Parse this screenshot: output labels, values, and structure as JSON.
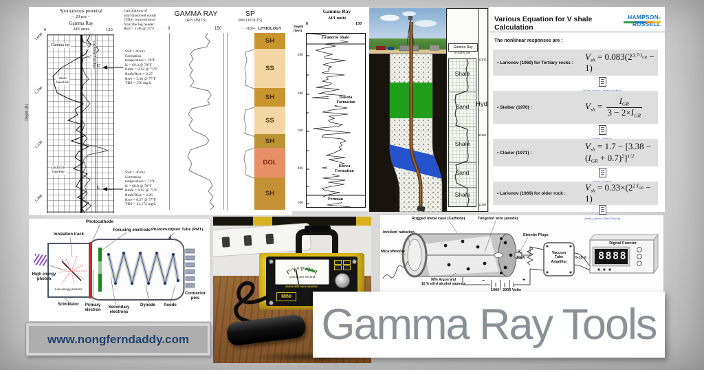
{
  "page": {
    "title_banner": "Gamma Ray Tools",
    "website": "www.nongferndaddy.com"
  },
  "colors": {
    "hr_logo_blue": "#1576c8",
    "banner_text": "#8a9196",
    "website_text": "#21406e",
    "device_yellow": "#e8c51e",
    "litho_sh": "#c9952f",
    "litho_ss": "#f3d6a4",
    "litho_dol": "#e98f67"
  },
  "sp_log": {
    "header1": "Spontaneous potential",
    "header2": "−   20 mv   +",
    "header3": "Gamma Ray",
    "header4": "API units",
    "scale_min": "0",
    "scale_max": "120",
    "depth_axis": "Depth (ft)",
    "depths": [
      "1,000",
      "1,100",
      "1,200",
      "1,300"
    ],
    "ann_gamma": "Gamma ray",
    "ann_sp": "SP",
    "ann_shale": "shale\nbaseline",
    "ann_sand_v": "sandstone baseline",
    "ann_sand": "sandstone\nbaseline",
    "marker_u": "U",
    "marker_l": "L",
    "calc_header": "Calculations of\ntotal dissolved solids\n(TDS) concentration\nfrom the log header:\nRmf = 1.08 @ 75°F",
    "calc_upper": "SSP = 40 mv\nFormation\n temperature = 70°F\nK = 69.3 @ 70°F\nRmfe = 0.92 @ 75°F\nRmfe/Rwe = 0.27\nRwe = 3.38 @ 77°F\nTDS = 550 mg/L",
    "calc_lower": "SSP = 36 mv\nFormation\n temperature = 74°F\nK = 68.8 @ 70°F\nRmfe = 0.92 @ 75°F\nRmfe/Rwe = 3.26\nRwe = 0.27 @ 77°F\nTDS = 23,172 mg/L"
  },
  "gr_sp": {
    "gr_title": "GAMMA RAY",
    "gr_sub": "(API UNITS)",
    "sp_title": "SP",
    "sp_sub": "(MILLIVOLTS)",
    "gr_min": "0",
    "gr_max": "150",
    "sp_scale": "-/10/+",
    "litho_title": "LITHOLOGY",
    "layers": [
      {
        "label": "SH",
        "color": "#c9952f"
      },
      {
        "label": "SS",
        "color": "#f3d6a4"
      },
      {
        "label": "SH",
        "color": "#c9952f"
      },
      {
        "label": "SS",
        "color": "#f3d6a4"
      },
      {
        "label": "SH",
        "color": "#bb9434"
      },
      {
        "label": "DOL",
        "color": "#e98f67"
      },
      {
        "label": "SH",
        "color": "#c49234"
      }
    ]
  },
  "formation_log": {
    "title": "Gamma Ray",
    "subtitle": "API units",
    "scale_min": "0",
    "scale_max": "150",
    "depth_axis": "Depth\n(feet)",
    "depths": [
      "100",
      "200",
      "300",
      "400",
      "500"
    ],
    "fm_top": "Graneros Shale",
    "fm_mid": "Dakota\nFormation",
    "fm_low": "Kiowa\nFormation",
    "fm_bottom": "Permian"
  },
  "wellsite": {
    "log_title": "Gamma Ray",
    "log_scale": "0  (GAPI)  150",
    "zones": [
      "Shale",
      "Sand",
      "Shale",
      "Sand",
      "Shale"
    ],
    "depths": [
      "11100",
      "11150",
      "11200"
    ],
    "partial_label": "Hyd"
  },
  "equations": {
    "title": "Various Equation for V shale Calculation",
    "logo": "HAMPSON-RUSSELL",
    "intro": "The nonlinear responses are :",
    "items": [
      {
        "label": "• Larionov (1969) for Tertiary rocks :",
        "caption": "Vshale_Larionov_Tertiary_Rocks.ps",
        "formula": [
          {
            "t": "V",
            "s": "i"
          },
          {
            "t": "sh",
            "s": "sub"
          },
          {
            "t": " = 0.083(2",
            "s": "n"
          },
          {
            "t": "3.7·I",
            "s": "sup"
          },
          {
            "t": "GR",
            "s": "supsub"
          },
          {
            "t": " − 1)",
            "s": "n"
          }
        ]
      },
      {
        "label": "• Steiber (1970) :",
        "caption": "Vshale_Steiber.ps",
        "formula": [
          {
            "t": "V",
            "s": "i"
          },
          {
            "t": "sh",
            "s": "sub"
          },
          {
            "t": " = ",
            "s": "n"
          },
          {
            "s": "frac",
            "num": [
              {
                "t": "I",
                "s": "i"
              },
              {
                "t": "GR",
                "s": "sub"
              }
            ],
            "den": [
              {
                "t": "3 − 2×",
                "s": "n"
              },
              {
                "t": "I",
                "s": "i"
              },
              {
                "t": "GR",
                "s": "sub"
              }
            ]
          }
        ]
      },
      {
        "label": "• Clavier (1971) :",
        "caption": "Vshale_Clavier.ps",
        "formula": [
          {
            "t": "V",
            "s": "i"
          },
          {
            "t": "sh",
            "s": "sub"
          },
          {
            "t": " = 1.7 − [3.38 − (",
            "s": "n"
          },
          {
            "t": "I",
            "s": "i"
          },
          {
            "t": "GR",
            "s": "sub"
          },
          {
            "t": " + 0.7)",
            "s": "n"
          },
          {
            "t": "2",
            "s": "sup"
          },
          {
            "t": "]",
            "s": "n"
          },
          {
            "t": "1/2",
            "s": "sup"
          }
        ]
      },
      {
        "label": "• Larionov (1969) for older rock :",
        "caption": "Vshale_Larionov_Older_Rocks.ps",
        "formula": [
          {
            "t": "V",
            "s": "i"
          },
          {
            "t": "sh",
            "s": "sub"
          },
          {
            "t": " = 0.33×(2",
            "s": "n"
          },
          {
            "t": "2·I",
            "s": "sup"
          },
          {
            "t": "GR",
            "s": "supsub"
          },
          {
            "t": " − 1)",
            "s": "n"
          }
        ]
      }
    ]
  },
  "pmt": {
    "photocathode": "Photocathode",
    "ionization": "Ionization track",
    "focusing": "Focusing electrode",
    "tube": "Photomultiplier Tube (PMT)",
    "high_energy": "High energy\nphoton",
    "low_energy": "Low energy photons",
    "scintillator": "Scintillator",
    "primary": "Primary\nelectron",
    "secondary": "Secondary\nelectrons",
    "dynode": "Dynode",
    "anode": "Anode",
    "connector": "Connector\npins"
  },
  "monitor": {
    "meter_label": "counts per second",
    "series_label": "series 900   mini-monitor",
    "badge": "MINI"
  },
  "gm": {
    "case_label": "Rugged metal case  (Cathode)",
    "wire_label": "Tungsten wire (anode)",
    "incident": "Incident radiation",
    "mica": "Mica Window",
    "gas": "90% Argon and\n10 % ethyl alcohol vapours",
    "plugs": "Ebonite Plugs",
    "rl": "R",
    "rl_sub": "L",
    "rv": "10μV",
    "volts": "1000 - 2000 Volts",
    "amplifier": "Vacuum\nTube\nAmplifier",
    "supply": "5-15 V",
    "counter": "Digital Counter",
    "digits": "8888",
    "minus": "−",
    "plus": "+"
  }
}
